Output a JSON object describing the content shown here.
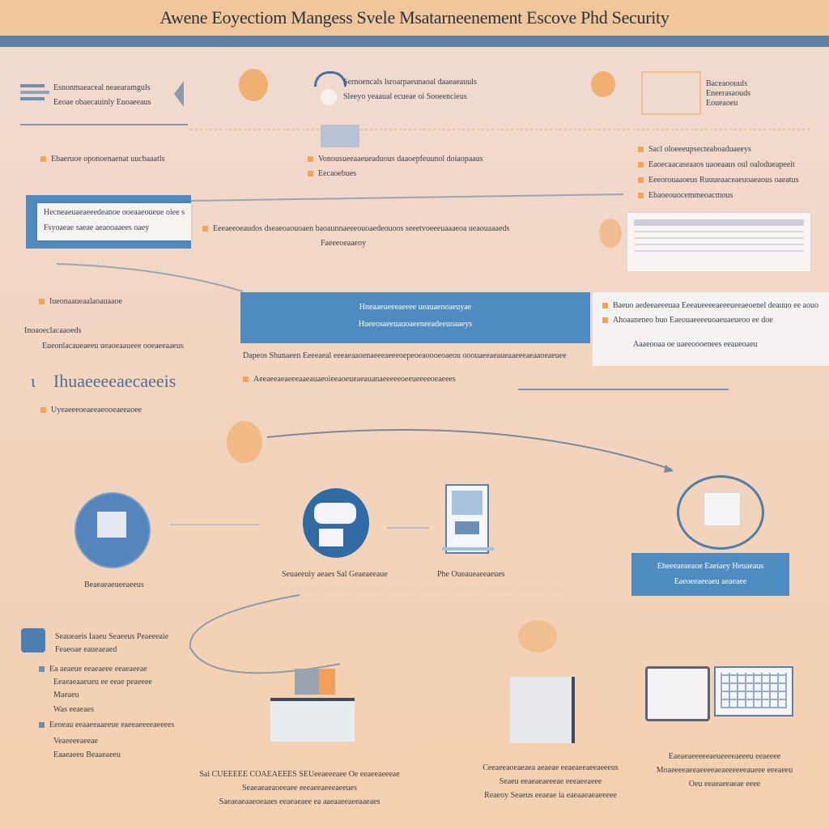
{
  "header": {
    "title": "Awene Eoyectiom Mangess Svele Msatarneenement Escove Phd Security"
  },
  "row1": {
    "left": {
      "line1": "Esnonmaeaceal neaearamguls",
      "line2": "Eeoae obaecauinly Euoaeeaus"
    },
    "center": {
      "line1": "Sernoencals lsroarpaeunaoal daaeaeauuls",
      "line2": "Sleeyo yeaaual ecueae oi Sooeencieus"
    },
    "right": {
      "line1": "Baceaoouuls",
      "line2": "Eneerasaouds",
      "line3": "Eoueaoeu"
    }
  },
  "row2": {
    "left": "Ebaeruoe oponoenaenat uucbaaatls",
    "center": {
      "line1": "Vonousueeaaeueaduous daaoepfeuunol doiaopaaus",
      "line2": "Eecaoebues"
    },
    "right": [
      "Sacl oloeeeupsecteaboaduaeeys",
      "Eaoecaacaseaaos uaoeaaus oul oalodueapeeit",
      "Eeeorouaaoeus Ruuueaaceaeuoaeaous oaeatus",
      "Ebaoeouocemmeoacmous"
    ]
  },
  "row3": {
    "panel": {
      "line1": "Hecneaeuaeaeeedeanoe ooeaaeoueue oiee s",
      "line2": "Fsyoaeae saeae aeaooaaees oaey"
    },
    "center": {
      "line1": "Eeeaeeoeaudos dseaeoaouoaen baoaunnaeeeouoaedeouoos seeetvoeeeuaaaeoa ueaouaaaeds",
      "line2": "Faeeeoeaaeoy"
    }
  },
  "row4": {
    "left": {
      "line1": "Iueonaaueaalaoauaaoe",
      "line2": "Inoaoeclacaaoeds",
      "line3": "Eueonlacaueaeeu ueaoeaaueee ooeaeeaaeus"
    },
    "banner": {
      "line1": "Hneaaeueeeaeeee ueauaenoaeuyae",
      "line2": "Hueeosaeeuauoaeeneeadeeuoaaeys"
    },
    "right": {
      "line1": "Baeuo aedeeaeeeuaa Eeeaueeeeaeeeueeaeoenel deauuo ee aouo",
      "line2": "Ahoaaneneo buo Eaeouaeeeeuoaeuaeueoo ee doe",
      "line3": "Aaaeooaa oe uaeeoooenees eeaueoaeu"
    },
    "line_a": "Dapeos Shunaeen Eeeeaeal eeeaeaaoenaeeeaeeeoepeoeaoooeoaeou ooouaeeaeaueaaeeeaeaaoeaeuee",
    "line_b": "Aeeaeeaeaeeeaaeauaeoieeaoeueaeauanaeeeeeoeeueeeeoeaeees",
    "big_label": "Ihuaeeeeaecaeeis",
    "sub_label": "Uyeaeeeoeaeeaeooeaeeaoee"
  },
  "row5": {
    "nodes": [
      {
        "label": "Beaeaeaeueeaeeus"
      },
      {
        "label": "Seuaeeuiy aeaes Sal Geaeaeeaue"
      },
      {
        "label": "Phe Oueaueaeeaeues"
      },
      {
        "label": ""
      }
    ],
    "highlight": {
      "line1": "Eheeeaeaeaoe Eaeiaey Heuaeaus",
      "line2": "Eaeoeeaeeaeu aeaeaee"
    }
  },
  "row6": {
    "left": {
      "line1": "Seaueaeis Iaaeu Seaeeus Peaeeeaie",
      "line2": "Feaeoae eaueaeaed"
    },
    "list": [
      "Ea aeaeue eeaeaeee eeaeaeeae",
      "Eeaeaeaaeueu ee eeae peaeeee",
      "Maeaeu",
      "Was eeaeaes",
      "Eeoeau eeaaeeaaeeue eaeeaeeeeaeeees",
      "Veaeeeeaeeae",
      "Eaaeaeeu Beaaeaeeu"
    ],
    "bottom_left": {
      "line1": "Sai CUEEEEE COAEAEEES SEUeeaeeeaee Oe eeaeeaeeeae",
      "line2": "Seaeaeaeaoeeaee eeeaeeaeeeaeeues",
      "line3": "Saeaeaeaaeoeaaes eeaeaeaee ea aaeaaeeaeeaaeaes"
    },
    "bottom_center": {
      "line1": "Ceeaeeaoeaeaea aeaeae eeaeaeeaeeaeeeus",
      "line2": "Seaeu eeaeaeaeeeae eeeaeeaeee",
      "line3": "Reaeoy Seaeus eeaeae ia eaeaaeaeaeeeee"
    },
    "bottom_right": {
      "line1": "Eaeaeaeeeeeaeueeeeaeeeu eeaeeee",
      "line2": "Moaeeeeaeeaeeeeaeaeeeeeeaueee eeeaeeu",
      "line3": "Oeu eeaeaeeaeae eeee"
    }
  },
  "colors": {
    "header_bar": "#efc79b",
    "rule": "#5d7fa4",
    "accent_blue": "#4d8bc1",
    "accent_orange": "#f2a556"
  }
}
